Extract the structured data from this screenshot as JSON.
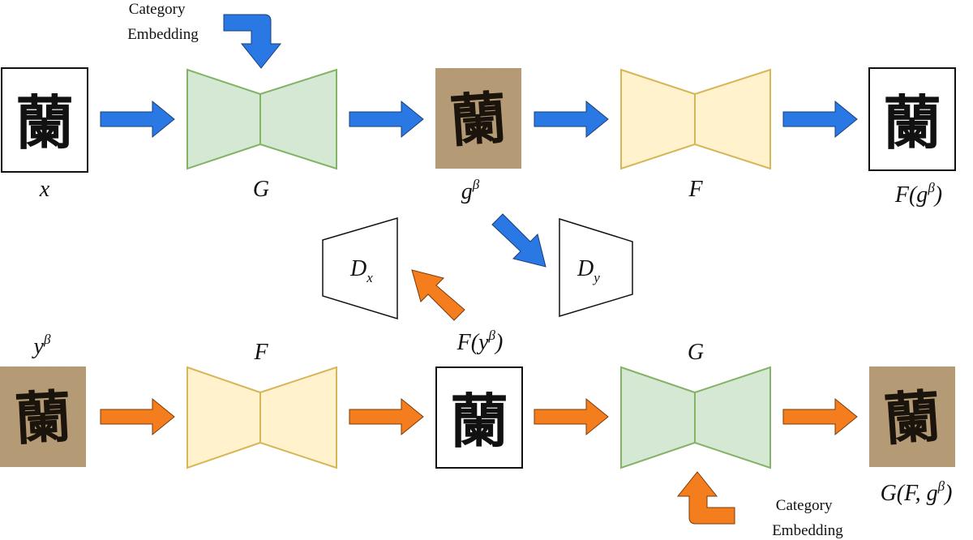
{
  "colors": {
    "blue_arrow": "#2a78e4",
    "orange_arrow": "#f47d1e",
    "generator_fill": "#d5e8d4",
    "generator_stroke": "#82b366",
    "f_fill": "#fff2cc",
    "f_stroke": "#d6b656",
    "parchment": "#b59a73",
    "ink": "#111111"
  },
  "glyph": "蘭",
  "category_embedding_top": [
    "Category",
    "Embedding"
  ],
  "category_embedding_bottom": [
    "Category",
    "Embedding"
  ],
  "top_row": {
    "input_label": "x",
    "generator_label": "G",
    "output_base": "g",
    "output_sup": "β",
    "f_label": "F",
    "recon_pre": "F(g",
    "recon_sup": "β",
    "recon_post": ")"
  },
  "discriminators": {
    "dx_base": "D",
    "dx_sub": "x",
    "dy_base": "D",
    "dy_sub": "y"
  },
  "bottom_row": {
    "input_base": "y",
    "input_sup": "β",
    "f_label": "F",
    "output_pre": "F(y",
    "output_sup": "β",
    "output_post": ")",
    "generator_label": "G",
    "recon_pre": "G(F, g",
    "recon_sup": "β",
    "recon_post": ")"
  }
}
